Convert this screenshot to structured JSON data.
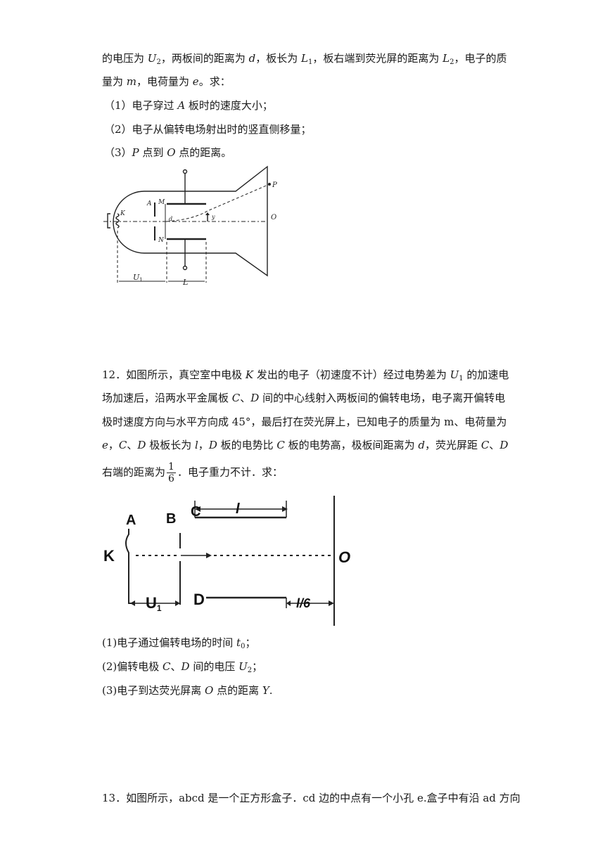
{
  "p11": {
    "l1": {
      "a": "的电压为 ",
      "b": "U",
      "c": "2",
      "d": "，两板间的距离为 ",
      "e": "d",
      "f": "，板长为 ",
      "g": "L",
      "h": "1",
      "i": "，板右端到荧光屏的距离为 ",
      "j": "L",
      "k": "2",
      "l": "，电子的质"
    },
    "l2": {
      "a": "量为 ",
      "b": "m",
      "c": "，电荷量为 ",
      "d": "e",
      "e": "。求："
    },
    "q1": {
      "a": "（1）电子穿过 ",
      "b": "A",
      "c": " 板时的速度大小；"
    },
    "q2": "（2）电子从偏转电场射出时的竖直侧移量；",
    "q3": {
      "a": "（3）",
      "b": "P",
      "c": " 点到 ",
      "d": "O",
      "e": " 点的距离。"
    },
    "fig": {
      "K": "K",
      "A": "A",
      "M": "M",
      "N": "N",
      "d": "d",
      "y": "y",
      "P": "P",
      "O": "O",
      "U": "U",
      "U_sub": "1",
      "L": "L"
    }
  },
  "p12": {
    "l1": {
      "a": "12．如图所示，真空室中电极 ",
      "b": "K",
      "c": " 发出的电子（初速度不计）经过电势差为 ",
      "d": "U",
      "e": "1",
      "f": " 的加速电"
    },
    "l2": {
      "a": "场加速后，沿两水平金属板 ",
      "b": "C",
      "c": "、",
      "d": "D",
      "e": " 间的中心线射入两板间的偏转电场，电子离开偏转电"
    },
    "l3": "极时速度方向与水平方向成 45°，最后打在荧光屏上，已知电子的质量为 m、电荷量为",
    "l4": {
      "a": "e",
      "b": "，",
      "c": "C",
      "d": "、",
      "e": "D",
      "f": " 极板长为 ",
      "g": "l",
      "h": "，",
      "i": "D",
      "j": " 板的电势比 ",
      "k": "C",
      "l": " 板的电势高，极板间距离为 ",
      "m": "d",
      "n": "，荧光屏距 ",
      "o": "C",
      "p": "、",
      "q": "D"
    },
    "l5": {
      "a": "右端的距离为",
      "num": "1",
      "den": "6",
      "b": "．电子重力不计．求："
    },
    "fig": {
      "A": "A",
      "B": "B",
      "C": "C",
      "l": "l",
      "K": "K",
      "O": "O",
      "U": "U",
      "U_sub": "1",
      "D": "D",
      "l6": "l/6"
    },
    "q1": {
      "a": "(1)电子通过偏转电场的时间 ",
      "b": "t",
      "c": "0",
      "d": "；"
    },
    "q2": {
      "a": "(2)偏转电极 ",
      "b": "C",
      "c": "、",
      "d": "D",
      "e": " 间的电压 ",
      "f": "U",
      "g": "2",
      "h": "；"
    },
    "q3": {
      "a": "(3)电子到达荧光屏离 ",
      "b": "O",
      "c": " 点的距离 ",
      "d": "Y",
      "e": "."
    }
  },
  "p13": {
    "l1": "13．如图所示，abcd 是一个正方形盒子．cd 边的中点有一个小孔 e.盒子中有沿 ad 方向"
  }
}
